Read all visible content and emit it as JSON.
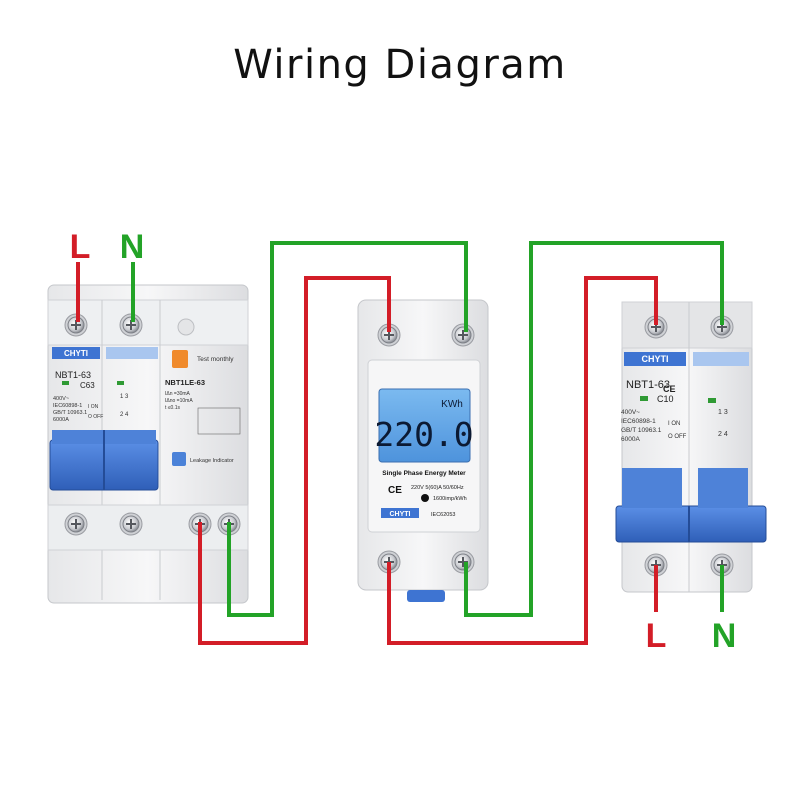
{
  "title": "Wiring Diagram",
  "colors": {
    "live": "#d31d27",
    "neutral": "#23a327",
    "breaker_blue": "#3e74d2",
    "lcd": "#5aa3e6"
  },
  "input_terminals": {
    "live": "L",
    "neutral": "N"
  },
  "output_terminals": {
    "live": "L",
    "neutral": "N"
  },
  "rcbo": {
    "brand": "CHYTI",
    "model": "NBT1-63",
    "rating": "C63",
    "voltage": "400V~",
    "standard1": "IEC60898-1",
    "standard2": "GB/T 10963.1",
    "capacity": "6000A",
    "on_label": "I ON",
    "off_label": "O OFF",
    "aux_symbol": "1 3",
    "aux_symbol2": "2 4",
    "leak_model": "NBT1LE-63",
    "leak_spec1": "IΔn =30mA",
    "leak_spec2": "IΔno =10mA",
    "leak_spec3": "t    ≤0.1s",
    "test_label": "Test monthly",
    "leak_indicator": "Leakage Indicator"
  },
  "meter": {
    "unit": "KWh",
    "reading": "220.0",
    "name": "Single Phase Energy Meter",
    "spec": "220V   5(60)A   50/60Hz",
    "pulse": "1600imp/kWh",
    "brand": "CHYTI",
    "standard": "IEC62053",
    "ce": "CE"
  },
  "breaker2": {
    "brand": "CHYTI",
    "model": "NBT1-63",
    "rating": "C10",
    "voltage": "400V~",
    "standard1": "IEC60898-1",
    "standard2": "GB/T 10963.1",
    "capacity": "6000A",
    "on_label": "I ON",
    "off_label": "O OFF",
    "aux_symbol": "1 3",
    "aux_symbol2": "2 4",
    "ce": "CE"
  }
}
